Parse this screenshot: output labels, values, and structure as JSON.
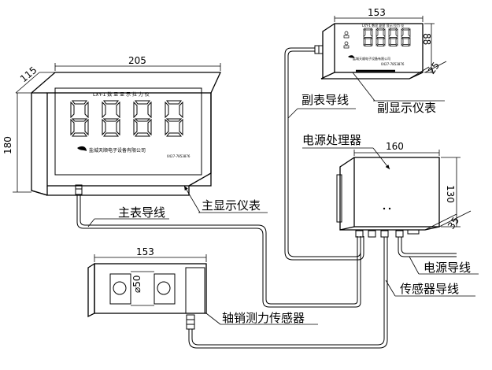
{
  "dimensions": {
    "main_width": "205",
    "main_depth": "115",
    "main_height": "180",
    "sub_width": "153",
    "sub_height": "88",
    "sub_depth": "25",
    "proc_width": "160",
    "proc_height": "130",
    "proc_depth": "35",
    "sensor_length": "153",
    "sensor_diameter": "⌀50"
  },
  "labels": {
    "main_display": "主显示仪表",
    "main_cable": "主表导线",
    "sub_cable": "副表导线",
    "sub_display": "副显示仪表",
    "processor": "电源处理器",
    "power_cable": "电源导线",
    "sensor_cable": "传感器导线",
    "sensor": "轴销测力传感器"
  },
  "main_panel": {
    "model_line": "LXY-1 数 显 显 示 拉 力 仪",
    "company": "盐城天顺电子设备有限公司",
    "phone": "0427-7853876"
  },
  "sub_panel": {
    "model_line": "LXY-1 数显 副显 显示 拉力 仪",
    "company": "盐城天顺电子设备有限公司",
    "phone": "0427-7853876"
  }
}
